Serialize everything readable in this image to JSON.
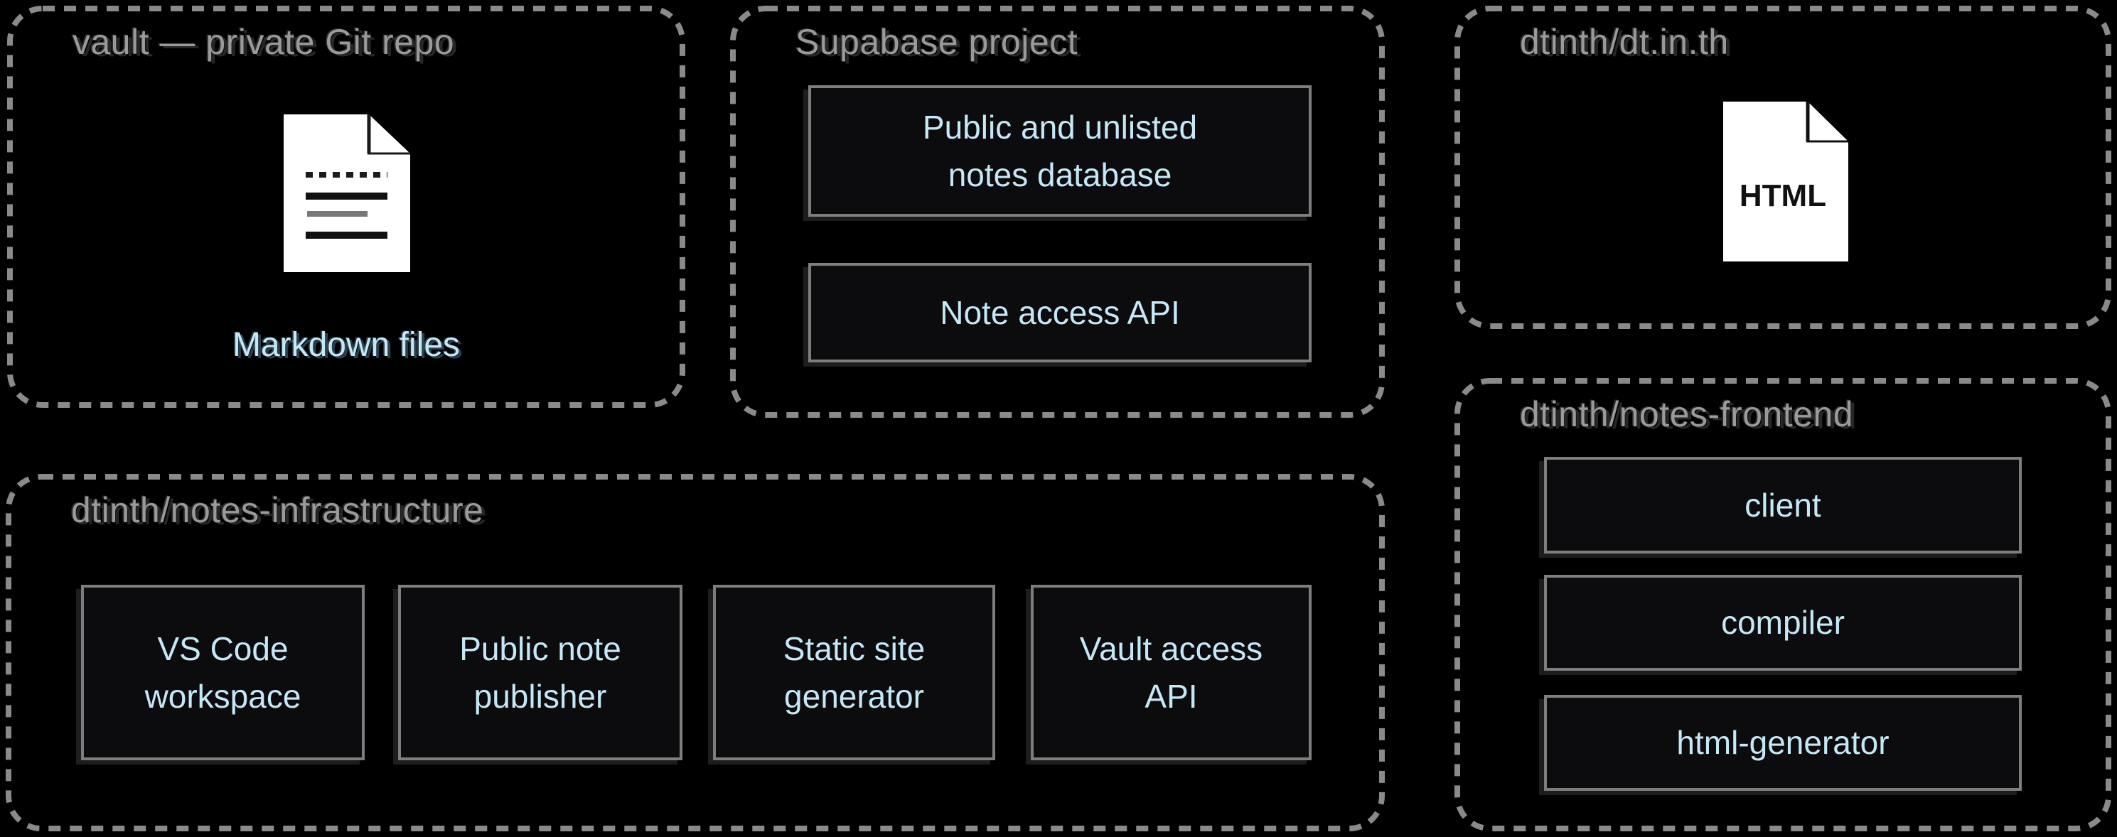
{
  "diagram": {
    "kind": "architecture-diagram",
    "colors": {
      "background": "#000000",
      "container_dash_border": "#8a8a8a",
      "container_title": "#9a9a9a",
      "node_background": "#0c0c0e",
      "node_border": "#7e7e7e",
      "node_label": "#c5e8f6",
      "icon_paper": "#ffffff",
      "icon_ink": "#111111"
    },
    "containers": {
      "vault": {
        "title": "vault — private Git repo",
        "icon": "markdown-document-icon",
        "label": "Markdown files"
      },
      "supabase": {
        "title": "Supabase project",
        "boxes": [
          "Public and unlisted\nnotes database",
          "Note access API"
        ]
      },
      "dtinth_site": {
        "title": "dtinth/dt.in.th",
        "icon": "html-file-icon",
        "icon_label": "HTML"
      },
      "frontend": {
        "title": "dtinth/notes-frontend",
        "boxes": [
          "client",
          "compiler",
          "html-generator"
        ]
      },
      "infrastructure": {
        "title": "dtinth/notes-infrastructure",
        "boxes": [
          "VS Code\nworkspace",
          "Public note\npublisher",
          "Static site\ngenerator",
          "Vault access\nAPI"
        ]
      }
    }
  }
}
